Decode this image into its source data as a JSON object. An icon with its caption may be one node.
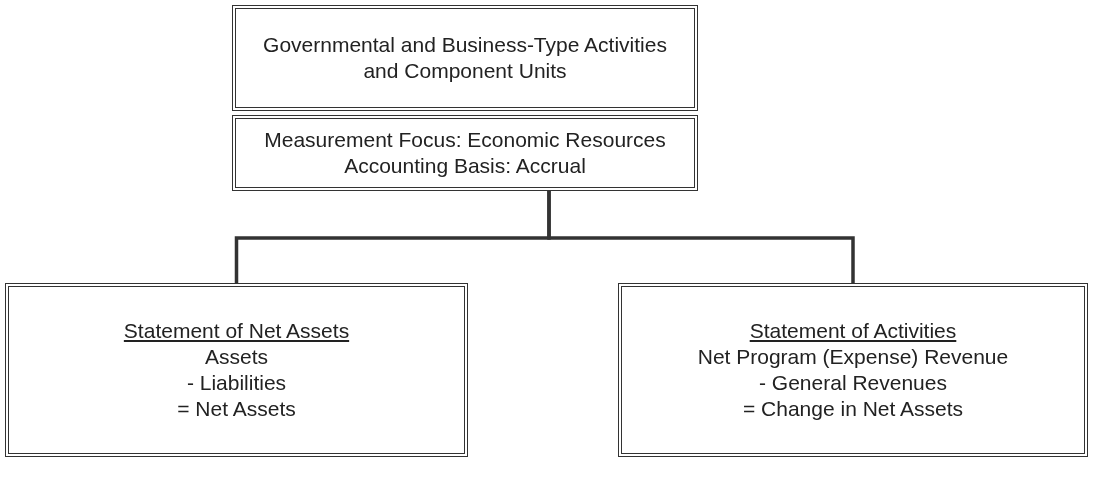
{
  "diagram": {
    "nodes": [
      {
        "text": [
          "Governmental and Business-Type Activities and Component Units"
        ]
      },
      {
        "text": [
          "Measurement Focus: Economic Resources",
          "Accounting Basis: Accrual"
        ]
      },
      {
        "text": [
          "Statement of Net Assets",
          "Assets",
          "- Liabilities",
          "= Net Assets"
        ]
      },
      {
        "text": [
          "Statement of Activities",
          "Net Program (Expense) Revenue",
          "- General Revenues",
          "= Change in Net Assets"
        ]
      }
    ],
    "edges": [
      {
        "from": 1,
        "to": 2,
        "arrow": "none"
      },
      {
        "from": 1,
        "to": 3,
        "arrow": "none"
      }
    ]
  }
}
